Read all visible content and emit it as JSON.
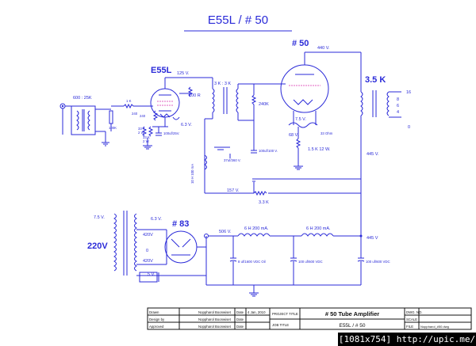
{
  "title": "E55L / # 50",
  "labels": {
    "e55l": "E55L",
    "tube50": "# 50",
    "ratio35k": "3.5 K",
    "rect83": "# 83",
    "mains": "220V",
    "input_xfmr": "600 : 25K",
    "v125": "125 V.",
    "r1k": "1 K",
    "r100k": "100K",
    "r240_cath": "240",
    "r100r": "100 R",
    "v63_e55": "6.3 V.",
    "cap_cath": "100uf/25V.",
    "r33k_a": "33 K",
    "r2w_a": "2 W.",
    "r33k_b": "33 K",
    "r2w_b": "2 W.",
    "interstage": "3 K : 3 K",
    "r240k": "240K",
    "v440": "440 V.",
    "v75": "7.5 V.",
    "r68": "68 V.",
    "r33ohm": "33 Ohm",
    "r15k": "1.5 K 12 W.",
    "cap_100_100": "100uf/100 V.",
    "ch10h": "10 H 100 mA",
    "cap37": "37uf/360 V.",
    "v157": "157 V.",
    "r33k_dec": "3.3 K",
    "v445_a": "445 V.",
    "out16": "16",
    "out8": "8",
    "out6": "6",
    "out4": "4",
    "out0": "0",
    "pt75": "7.5 V.",
    "pt63": "6.3 V.",
    "pt420a": "420V",
    "pt0": "0",
    "pt420b": "420V",
    "pt5": "5 V.",
    "v506": "506 V.",
    "ch6h_a": "6 H 200 mA.",
    "ch6h_b": "6 H 200 mA.",
    "v445_b": "445 V",
    "cap8": "8 uf/1600 VDC  Oil",
    "cap100a": "100 uf/600 VDC",
    "cap100b": "100 uf/600 VDC"
  },
  "title_block": {
    "rows": [
      {
        "role": "Drawn",
        "name": "Noppharol  Boonwiset",
        "date_label": "Date",
        "date": "4 Jan, 2010"
      },
      {
        "role": "Design by",
        "name": "Noppharol  Boonwiset",
        "date_label": "Date",
        "date": ""
      },
      {
        "role": "Approved",
        "name": "Noppharol  Boonwiset",
        "date_label": "Date",
        "date": ""
      }
    ],
    "project_title_label": "PROJECT TITLE",
    "project_title": "# 50  Tube Amplifier",
    "job_title_label": "JOB TITLE",
    "job_title": "E55L  /  # 50",
    "dwg_no_label": "DWG. NO.",
    "scale_label": "SCALE",
    "file_label": "FILE",
    "file_value": "Noppharol_#50.dwg"
  },
  "watermark": "[1081x754] http://upic.me/",
  "colors": {
    "wire": "#2a2ad8",
    "ink": "#111111",
    "tube_pink": "#e060c0"
  }
}
